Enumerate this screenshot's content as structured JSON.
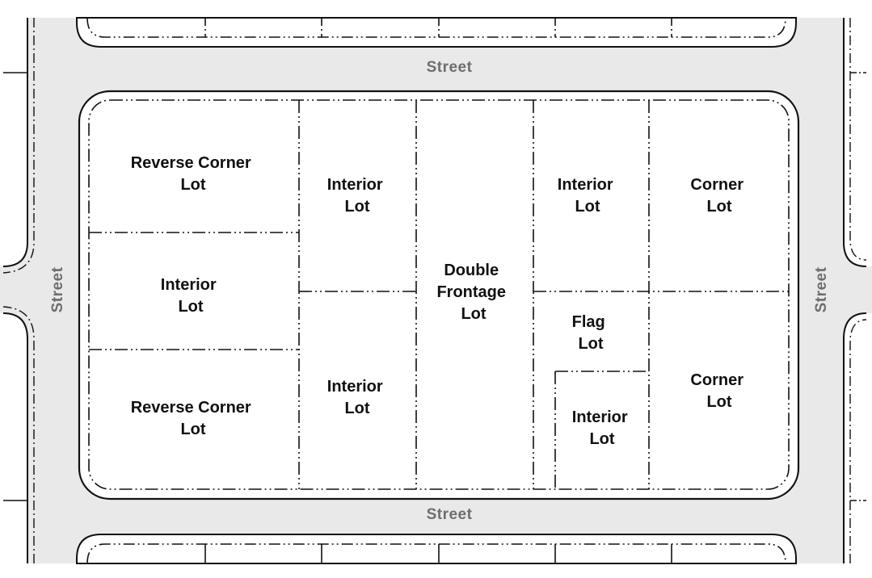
{
  "streets": {
    "top": "Street",
    "bottom": "Street",
    "left": "Street",
    "right": "Street"
  },
  "lots": {
    "reverse_corner_top": [
      "Reverse Corner",
      "Lot"
    ],
    "interior_left_mid": [
      "Interior",
      "Lot"
    ],
    "reverse_corner_bottom": [
      "Reverse Corner",
      "Lot"
    ],
    "interior_col2_top": [
      "Interior",
      "Lot"
    ],
    "interior_col2_bottom": [
      "Interior",
      "Lot"
    ],
    "double_frontage": [
      "Double",
      "Frontage",
      "Lot"
    ],
    "interior_col4_top": [
      "Interior",
      "Lot"
    ],
    "flag": [
      "Flag",
      "Lot"
    ],
    "interior_col4_bottom": [
      "Interior",
      "Lot"
    ],
    "corner_top": [
      "Corner",
      "Lot"
    ],
    "corner_bottom": [
      "Corner",
      "Lot"
    ]
  },
  "colors": {
    "street_fill": "#e9e9e9",
    "line": "#111111",
    "street_label": "#6e6e6e"
  }
}
